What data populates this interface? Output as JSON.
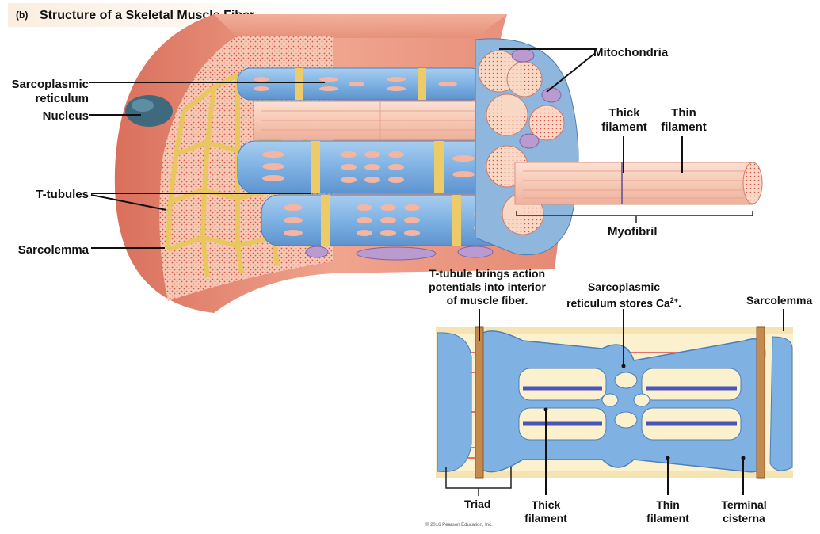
{
  "title": {
    "tag": "(b)",
    "text": "Structure of a Skeletal Muscle Fiber"
  },
  "labels": {
    "mitochondria": "Mitochondria",
    "sarcoplasmic_reticulum": "Sarcoplasmic\nreticulum",
    "nucleus": "Nucleus",
    "t_tubules": "T-tubules",
    "sarcolemma_left": "Sarcolemma",
    "thick_filament_top": "Thick\nfilament",
    "thin_filament_top": "Thin\nfilament",
    "myofibril": "Myofibril"
  },
  "detail": {
    "t_tubule_note": "T-tubule brings action\npotentials into interior\nof muscle fiber.",
    "sr_note_prefix": "Sarcoplasmic\nreticulum stores Ca",
    "sr_note_sup": "2+",
    "sr_note_suffix": ".",
    "sarcolemma": "Sarcolemma",
    "triad": "Triad",
    "thick_filament": "Thick\nfilament",
    "thin_filament": "Thin\nfilament",
    "terminal_cisterna": "Terminal\ncisterna"
  },
  "copyright": "© 2016 Pearson Education, Inc."
}
